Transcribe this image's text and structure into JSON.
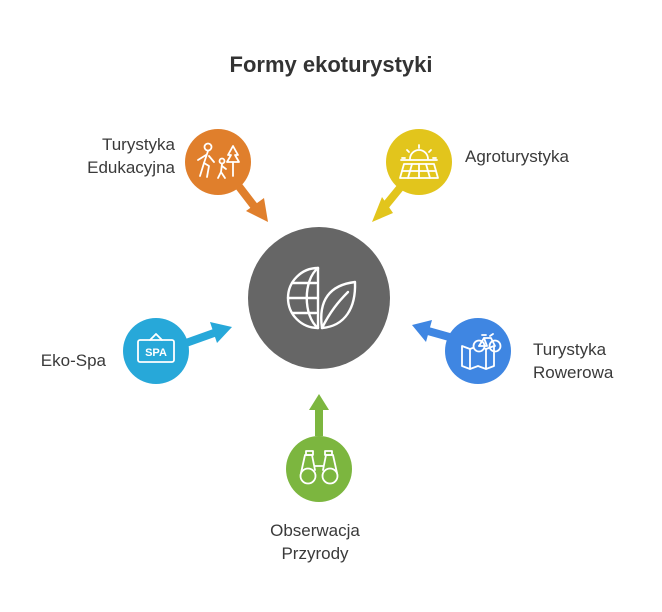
{
  "title": "Formy ekoturystyki",
  "colors": {
    "center": "#666666",
    "edukacyjna": "#E07F2C",
    "agroturystyka": "#E2C51C",
    "eko_spa": "#27A8D9",
    "rowerowa": "#3F86E2",
    "obserwacja": "#7CB63F"
  },
  "center": {
    "icon": "globe-leaf-icon"
  },
  "nodes": {
    "edukacyjna": {
      "lines": [
        "Turystyka",
        "Edukacyjna"
      ],
      "icon": "hiking-family-icon"
    },
    "agroturystyka": {
      "lines": [
        "Agroturystyka"
      ],
      "icon": "sunrise-field-icon"
    },
    "eko_spa": {
      "lines": [
        "Eko-Spa"
      ],
      "icon": "spa-sign-icon",
      "sign_text": "SPA"
    },
    "rowerowa": {
      "lines": [
        "Turystyka",
        "Rowerowa"
      ],
      "icon": "bicycle-map-icon"
    },
    "obserwacja": {
      "lines": [
        "Obserwacja",
        "Przyrody"
      ],
      "icon": "binoculars-icon"
    }
  }
}
